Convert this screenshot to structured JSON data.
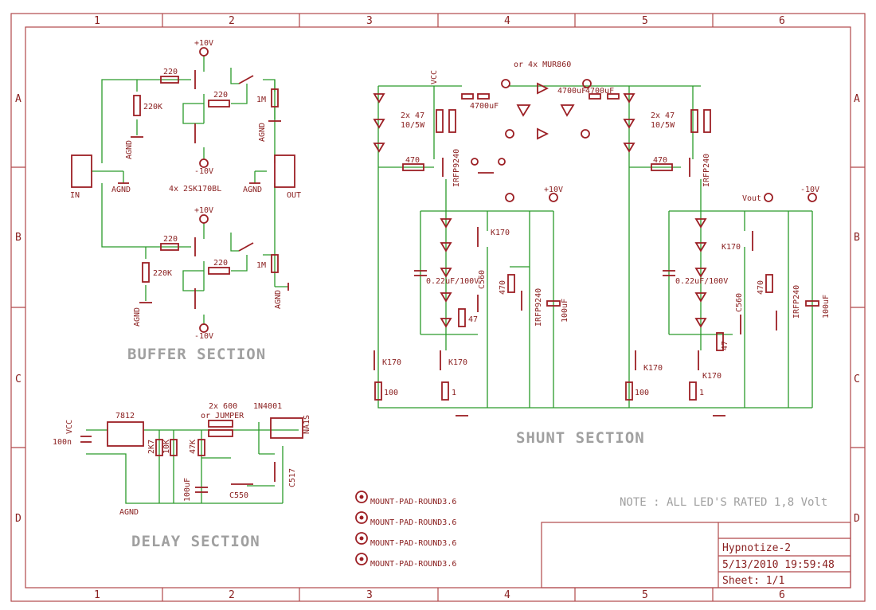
{
  "frame": {
    "columns": [
      "1",
      "2",
      "3",
      "4",
      "5",
      "6"
    ],
    "rows": [
      "A",
      "B",
      "C",
      "D"
    ]
  },
  "sections": {
    "buffer": "BUFFER SECTION",
    "delay": "DELAY SECTION",
    "shunt": "SHUNT SECTION"
  },
  "note": "NOTE : ALL LED'S RATED 1,8 Volt",
  "title_block": {
    "title": "Hypnotize-2",
    "datetime": "5/13/2010 19:59:48",
    "sheet": "Sheet: 1/1"
  },
  "mount_pads": [
    "MOUNT-PAD-ROUND3.6",
    "MOUNT-PAD-ROUND3.6",
    "MOUNT-PAD-ROUND3.6",
    "MOUNT-PAD-ROUND3.6"
  ],
  "buffer_labels": {
    "plus10_top": "+10V",
    "minus10_top": "-10V",
    "plus10_bot": "+10V",
    "minus10_bot": "-10V",
    "r220_a": "220",
    "r220_b": "220",
    "r220_c": "220",
    "r220_d": "220",
    "r220k_a": "220K",
    "r220k_b": "220K",
    "r1m_a": "1M",
    "r1m_b": "1M",
    "agnd_1": "AGND",
    "agnd_2": "AGND",
    "agnd_3": "AGND",
    "agnd_4": "AGND",
    "agnd_5": "AGND",
    "agnd_6": "AGND",
    "in": "IN",
    "out": "OUT",
    "fet_note": "4x 2SK170BL"
  },
  "delay_labels": {
    "vcc": "VCC",
    "c100n": "100n",
    "reg": "7812",
    "r2k7": "2K7",
    "r10k": "10K",
    "r47k": "47K",
    "cap100u": "100uF",
    "jumper_a": "2x 600",
    "jumper_b": "or JUMPER",
    "diode": "1N4001",
    "relay": "NA1S",
    "q1": "C550",
    "q2": "C517",
    "agnd": "AGND"
  },
  "shunt_labels": {
    "vcc": "VCC",
    "mur": "or 4x MUR860",
    "cap_a": "4700uF",
    "cap_b": "4700uF",
    "cap_c": "4700uF",
    "r47_a": "2x 47",
    "r47_a2": "10/5W",
    "r47_b": "2x 47",
    "r47_b2": "10/5W",
    "r470_a": "470",
    "r470_b": "470",
    "irfp9240": "IRFP9240",
    "irfp240": "IRFP240",
    "plus10": "+10V",
    "minus10": "-10V",
    "vout": "Vout",
    "k170_1": "K170",
    "k170_2": "K170",
    "k170_3": "K170",
    "k170_4": "K170",
    "k170_5": "K170",
    "k170_6": "K170",
    "cap022_a": "0.22uF/100V",
    "cap022_b": "0.22uF/100V",
    "r470s_a": "470",
    "r470s_b": "470",
    "irfp9240_b": "IRFP9240",
    "irfp240_b": "IRFP240",
    "c100u_a": "100uF",
    "c100u_b": "100uF",
    "bc560_a": "C560",
    "bc560_b": "C560",
    "r47s_a": "47",
    "r47s_b": "47",
    "r100_a": "100",
    "r100_b": "100",
    "r1_a": "1",
    "r1_b": "1"
  }
}
